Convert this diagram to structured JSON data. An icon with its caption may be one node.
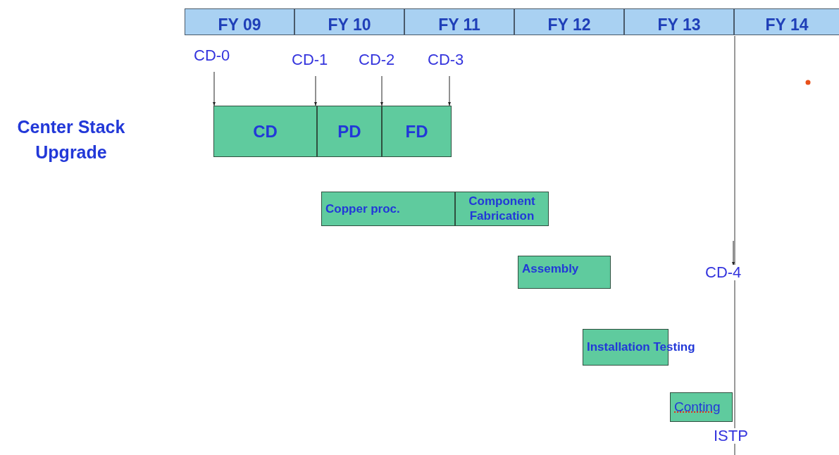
{
  "diagram": {
    "nodes": [
      {
        "text": [
          "FY 09"
        ]
      },
      {
        "text": [
          "FY 10"
        ]
      },
      {
        "text": [
          "FY 11"
        ]
      },
      {
        "text": [
          "FY 12"
        ]
      },
      {
        "text": [
          "FY 13"
        ]
      },
      {
        "text": [
          "FY 14"
        ]
      },
      {
        "text": [
          "CD-0"
        ]
      },
      {
        "text": [
          "CD-1"
        ]
      },
      {
        "text": [
          "CD-2"
        ]
      },
      {
        "text": [
          "CD-3"
        ]
      },
      {
        "text": [
          "CD"
        ]
      },
      {
        "text": [
          "PD"
        ]
      },
      {
        "text": [
          "FD"
        ]
      },
      {
        "text": [
          "Copper proc."
        ]
      },
      {
        "text": [
          "Component Fabrication"
        ]
      },
      {
        "text": [
          "Assembly"
        ]
      },
      {
        "text": [
          "Installation Testing"
        ]
      },
      {
        "text": [
          "Conting"
        ]
      },
      {
        "text": [
          "CD-4"
        ]
      },
      {
        "text": [
          "ISTP"
        ]
      }
    ],
    "edges": [
      {
        "from": 6,
        "to": 10,
        "arrow": "to"
      },
      {
        "from": 7,
        "to": 11,
        "arrow": "to"
      },
      {
        "from": 8,
        "to": 12,
        "arrow": "to"
      },
      {
        "from": 9,
        "to": 12,
        "arrow": "to"
      },
      {
        "from": null,
        "to": 18,
        "arrow": "to"
      }
    ],
    "labels": [
      "Center Stack Upgrade"
    ]
  }
}
